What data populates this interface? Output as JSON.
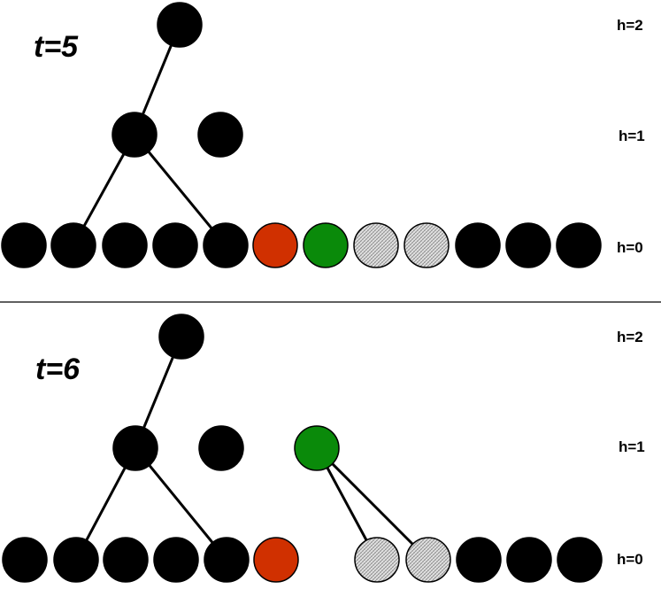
{
  "colors": {
    "filled": "#000000",
    "current": "#d03000",
    "merged": "#0a8a0a",
    "pending": "hatched-gray"
  },
  "panels": [
    {
      "title": "t=5",
      "level_labels": [
        "h=2",
        "h=1",
        "h=0"
      ],
      "nodes_h0": [
        "black",
        "black",
        "black",
        "black",
        "black",
        "red",
        "green",
        "gray",
        "gray",
        "black",
        "black",
        "black"
      ],
      "nodes_h1": [
        "black",
        "black"
      ],
      "nodes_h2": [
        "black"
      ]
    },
    {
      "title": "t=6",
      "level_labels": [
        "h=2",
        "h=1",
        "h=0"
      ],
      "nodes_h0": [
        "black",
        "black",
        "black",
        "black",
        "black",
        "red",
        "empty",
        "gray",
        "gray",
        "black",
        "black",
        "black"
      ],
      "nodes_h1": [
        "black",
        "black",
        "green"
      ],
      "nodes_h2": [
        "black"
      ]
    }
  ]
}
